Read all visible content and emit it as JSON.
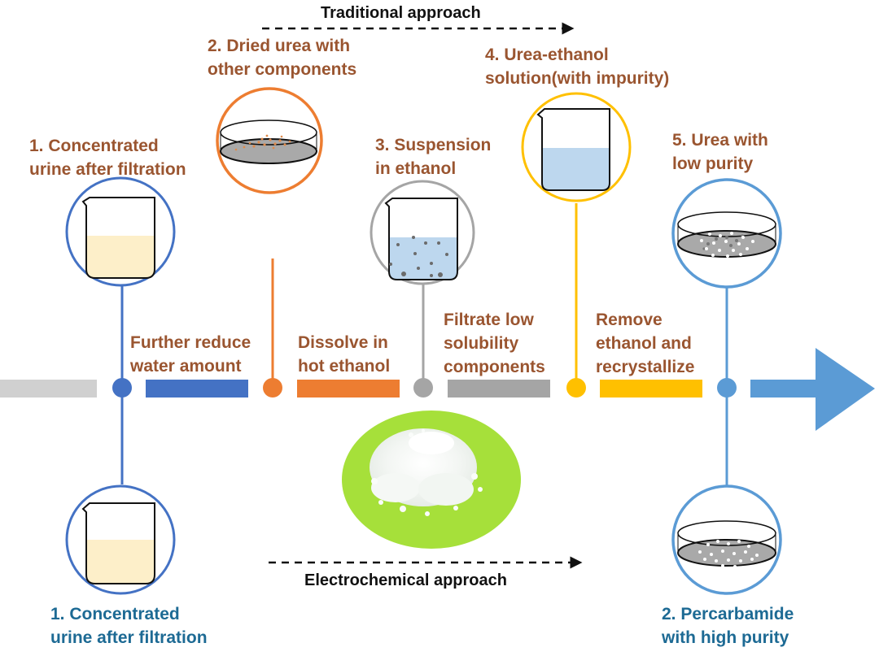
{
  "traditional": {
    "heading": "Traditional approach",
    "stages": [
      {
        "label_line1": "1. Concentrated",
        "label_line2": "urine after filtration",
        "icon": "beaker-urine-icon",
        "color": "#4472c4"
      },
      {
        "label_line1": "2. Dried urea with",
        "label_line2": "other components",
        "icon": "petri-dish-icon",
        "color": "#ed7d31"
      },
      {
        "label_line1": "3. Suspension",
        "label_line2": "in ethanol",
        "icon": "beaker-suspension-icon",
        "color": "#a5a5a5"
      },
      {
        "label_line1": "4. Urea-ethanol",
        "label_line2": "solution(with impurity)",
        "icon": "beaker-solution-icon",
        "color": "#ffc000"
      },
      {
        "label_line1": "5. Urea with",
        "label_line2": "low purity",
        "icon": "petri-dish-icon",
        "color": "#5b9bd5"
      }
    ],
    "steps": [
      {
        "line1": "Further reduce",
        "line2": "water amount",
        "color": "#4472c4"
      },
      {
        "line1": "Dissolve in",
        "line2": "hot ethanol",
        "color": "#ed7d31"
      },
      {
        "line1": "Filtrate low",
        "line2": "solubility",
        "line3": "components",
        "color": "#a5a5a5"
      },
      {
        "line1": "Remove",
        "line2": "ethanol and",
        "line3": "recrystallize",
        "color": "#ffc000"
      }
    ]
  },
  "electrochemical": {
    "heading": "Electrochemical approach",
    "stages": [
      {
        "label_line1": "1. Concentrated",
        "label_line2": "urine after filtration",
        "icon": "beaker-urine-icon",
        "color": "#4472c4"
      },
      {
        "label_line1": "2. Percarbamide",
        "label_line2": "with high purity",
        "icon": "petri-dish-icon",
        "color": "#5b9bd5"
      }
    ]
  },
  "timeline": {
    "start_bar_color": "#d0d0d0",
    "arrow_color": "#5b9bd5"
  },
  "photo": {
    "subject": "white-powder-photo",
    "background_color": "#a6e03a"
  },
  "colors": {
    "label_brown": "#9a5530",
    "label_teal": "#1d6a94",
    "urine_fill": "#fdefc9",
    "ethanol_fill": "#bdd7ee"
  }
}
